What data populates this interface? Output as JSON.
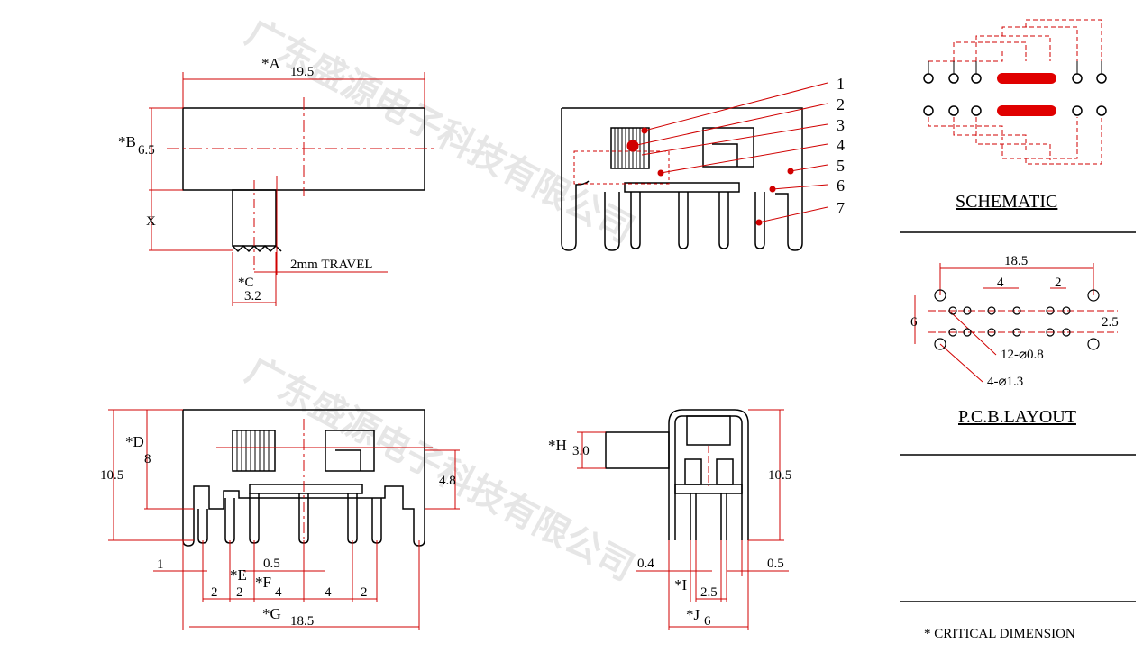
{
  "watermark": "广东盛源电子科技有限公司",
  "top_view": {
    "A_label": "*A",
    "A_value": "19.5",
    "B_label": "*B",
    "B_value": "6.5",
    "x_label": "X",
    "C_label": "*C",
    "C_value": "3.2",
    "travel_label": "2mm  TRAVEL"
  },
  "side_view": {
    "callouts": [
      "1",
      "2",
      "3",
      "4",
      "5",
      "6",
      "7"
    ]
  },
  "schematic": {
    "title": "SCHEMATIC"
  },
  "pcb": {
    "title": "P.C.B.LAYOUT",
    "dim_18_5": "18.5",
    "dim_4": "4",
    "dim_2": "2",
    "dim_2_5": "2.5",
    "dim_6": "6",
    "hole_small": "12-⌀0.8",
    "hole_large": "4-⌀1.3"
  },
  "front_view": {
    "D_label": "*D",
    "D_value": "8",
    "height_total": "10.5",
    "dim_4_8": "4.8",
    "dim_1": "1",
    "dim_0_5": "0.5",
    "dim_2a": "2",
    "dim_2b": "2",
    "E_label": "*E",
    "F_label": "*F",
    "F_value": "4",
    "dim_4": "4",
    "dim_2c": "2",
    "G_label": "*G",
    "G_value": "18.5"
  },
  "end_view": {
    "H_label": "*H",
    "H_value": "3.0",
    "height_total": "10.5",
    "dim_0_4": "0.4",
    "dim_0_5": "0.5",
    "I_label": "*I",
    "dim_2_5": "2.5",
    "J_label": "*J",
    "J_value": "6"
  },
  "footnote": "* CRITICAL  DIMENSION"
}
